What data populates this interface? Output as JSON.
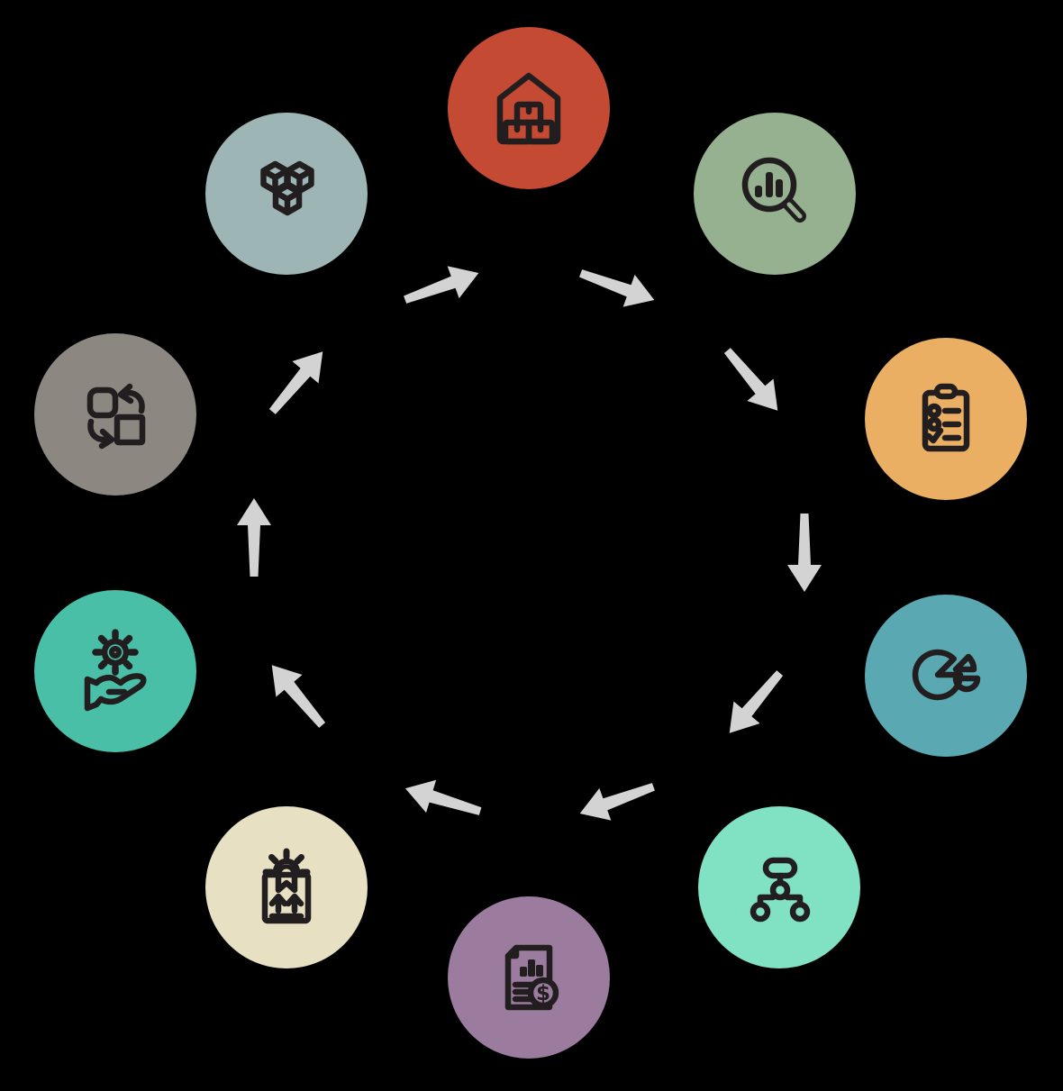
{
  "diagram": {
    "background_color": "#000000",
    "arrow_color": "#d3d3d3",
    "icon_stroke_color": "#221e1f",
    "dollar_glyph": "$",
    "nodes": [
      {
        "id": "warehouse",
        "icon": "warehouse-boxes-icon",
        "color": "#c44a33",
        "position": "top"
      },
      {
        "id": "analysis",
        "icon": "magnifier-bar-chart-icon",
        "color": "#95b18f",
        "position": "top-right"
      },
      {
        "id": "checklist",
        "icon": "clipboard-checklist-icon",
        "color": "#eaaf62",
        "position": "right-upper"
      },
      {
        "id": "pie-chart",
        "icon": "exploded-pie-chart-icon",
        "color": "#5aa8b1",
        "position": "right-lower"
      },
      {
        "id": "hierarchy",
        "icon": "org-hierarchy-icon",
        "color": "#80e2c3",
        "position": "bottom-right"
      },
      {
        "id": "financial-report",
        "icon": "report-dollar-icon",
        "color": "#9b7c9f",
        "position": "bottom"
      },
      {
        "id": "package-process",
        "icon": "package-gear-arrows-icon",
        "color": "#e7e0c3",
        "position": "bottom-left"
      },
      {
        "id": "service",
        "icon": "hand-gear-icon",
        "color": "#48bfa6",
        "position": "left-lower"
      },
      {
        "id": "swap",
        "icon": "swap-squares-icon",
        "color": "#8d8781",
        "position": "left-upper"
      },
      {
        "id": "cubes",
        "icon": "stacked-cubes-icon",
        "color": "#9eb5b6",
        "position": "top-left"
      }
    ]
  }
}
